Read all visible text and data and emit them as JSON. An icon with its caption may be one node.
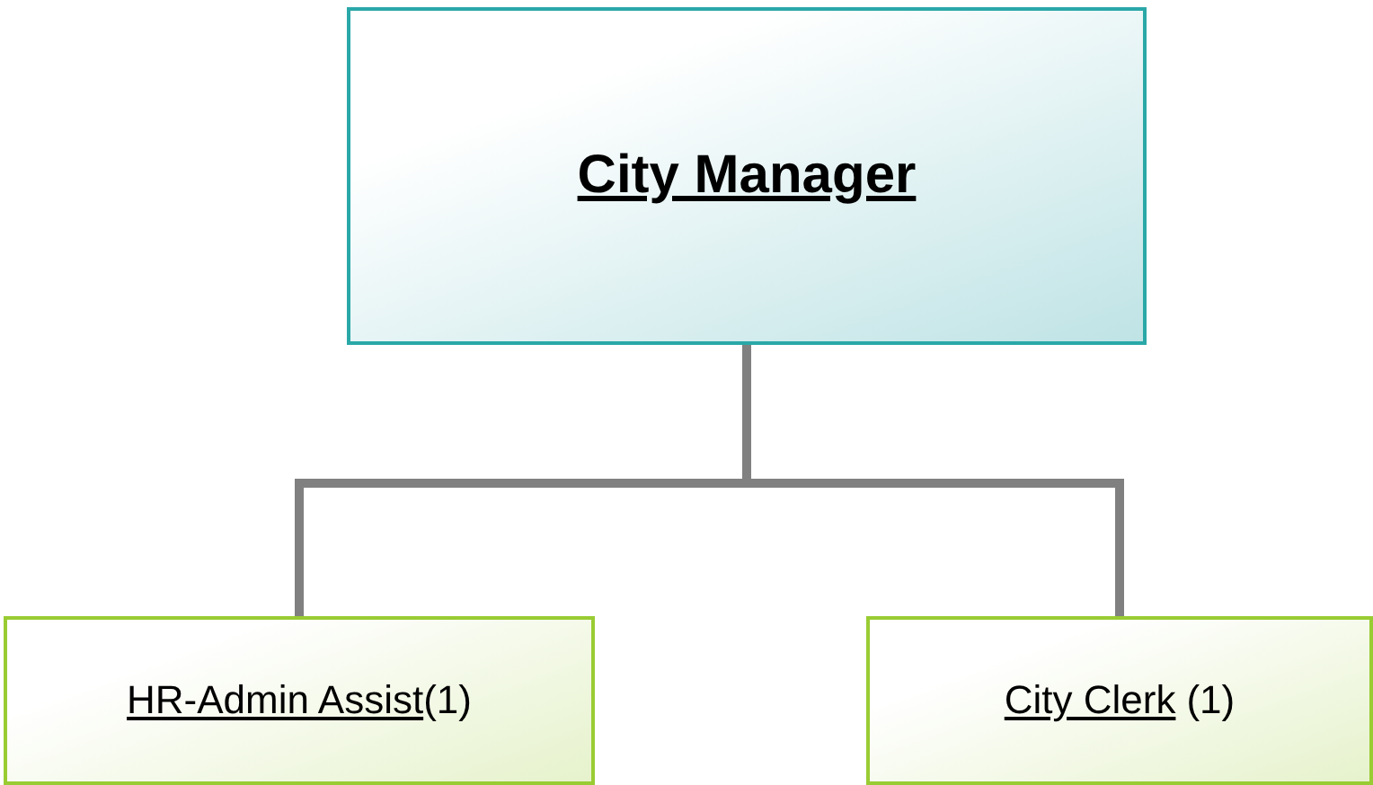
{
  "diagram": {
    "nodes": [
      {
        "text": [
          "City Manager"
        ]
      },
      {
        "text": [
          "HR-Admin Assist",
          "(1)"
        ]
      },
      {
        "text": [
          "City Clerk",
          "(1)"
        ]
      }
    ],
    "edges": [
      {
        "from": 0,
        "to": 1,
        "arrow": "none"
      },
      {
        "from": 0,
        "to": 2,
        "arrow": "none"
      }
    ]
  }
}
